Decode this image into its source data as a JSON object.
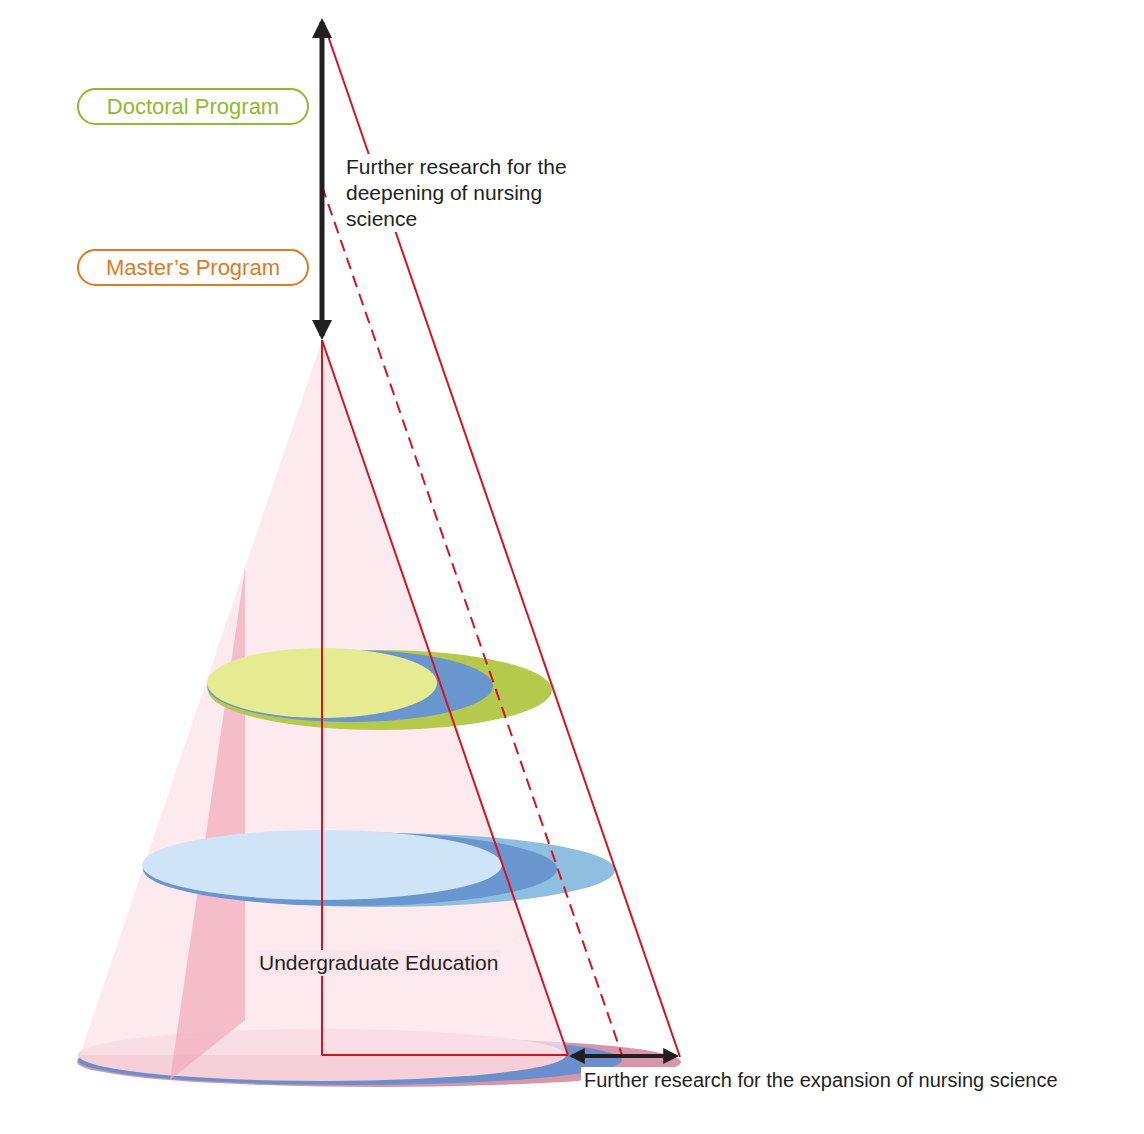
{
  "diagram": {
    "nodes": [
      {
        "text": [
          "Doctoral Program"
        ]
      },
      {
        "text": [
          "Master’s Program"
        ]
      }
    ],
    "labels": [
      "Further research for the deepening of nursing science",
      "Undergraduate Education",
      "Further research for the expansion of nursing science"
    ]
  }
}
